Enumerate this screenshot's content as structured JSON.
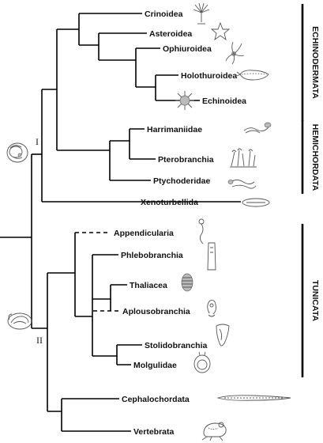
{
  "taxa": {
    "crinoidea": "Crinoidea",
    "asteroidea": "Asteroidea",
    "ophiuroidea": "Ophiuroidea",
    "holothuroidea": "Holothuroidea",
    "echinoidea": "Echinoidea",
    "harrimaniidae": "Harrimaniidae",
    "pterobranchia": "Pterobranchia",
    "ptychoderidae": "Ptychoderidae",
    "xenoturbellida": "Xenoturbellida",
    "appendicularia": "Appendicularia",
    "phlebobranchia": "Phlebobranchia",
    "thaliacea": "Thaliacea",
    "aplousobranchia": "Aplousobranchia",
    "stolidobranchia": "Stolidobranchia",
    "molgulidae": "Molgulidae",
    "cephalochordata": "Cephalochordata",
    "vertebrata": "Vertebrata"
  },
  "groups": {
    "echinodermata": "ECHINODERMATA",
    "hemichordata": "HEMICHORDATA",
    "tunicata": "TUNICATA"
  },
  "nodes": {
    "node_1": "I",
    "node_2": "II"
  },
  "icons": {
    "crinoidea": "crinoid-icon",
    "asteroidea": "starfish-icon",
    "ophiuroidea": "brittle-star-icon",
    "holothuroidea": "sea-cucumber-icon",
    "echinoidea": "sea-urchin-icon",
    "harrimaniidae": "acorn-worm-icon",
    "pterobranchia": "pterobranch-icon",
    "ptychoderidae": "acorn-worm-icon",
    "xenoturbellida": "xenoturbella-icon",
    "appendicularia": "larvacean-icon",
    "phlebobranchia": "ascidian-icon",
    "thaliacea": "salp-icon",
    "aplousobranchia": "ascidian-colony-icon",
    "stolidobranchia": "ascidian-icon",
    "molgulidae": "molgula-icon",
    "cephalochordata": "lancelet-icon",
    "vertebrata": "frog-icon",
    "node_1": "embryo-icon",
    "node_2": "embryo-icon"
  }
}
